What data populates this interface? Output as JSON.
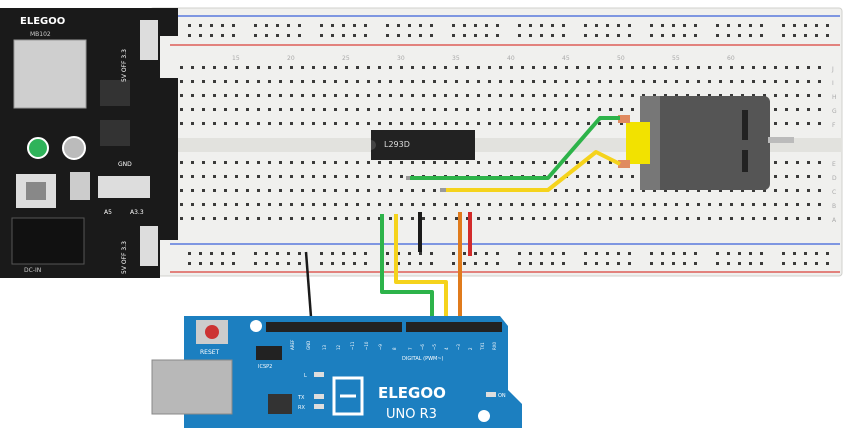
{
  "power_module": {
    "brand": "ELEGOO",
    "model": "MB102",
    "rail_top_label": "5V OFF 3.3",
    "rail_bottom_label": "5V OFF 3.3",
    "gnd_label": "GND",
    "pin_labels": [
      "A5",
      "A3.3"
    ],
    "board_id": "DC-IN",
    "body_color": "#1a1a1a",
    "led_color": "#2fb35a"
  },
  "breadboard": {
    "row_letters_top": [
      "J",
      "I",
      "H",
      "G",
      "F"
    ],
    "row_letters_bottom": [
      "E",
      "D",
      "C",
      "B",
      "A"
    ],
    "column_numbers": [
      "15",
      "20",
      "25",
      "30",
      "35",
      "40",
      "45",
      "50",
      "55",
      "60"
    ],
    "rail_red": "#d9403a",
    "rail_blue": "#3a5fd9"
  },
  "chip": {
    "label": "L293D",
    "color": "#222222"
  },
  "motor": {
    "body_color": "#555555",
    "cap_color": "#7a7a7a",
    "terminal_color": "#f2e200"
  },
  "arduino": {
    "brand": "ELEGOO",
    "model": "UNO R3",
    "reset_label": "RESET",
    "icsp_label": "ICSP2",
    "header_top_labels": [
      "AREF",
      "GND",
      "13",
      "12",
      "~11",
      "~10",
      "~9",
      "8"
    ],
    "header_digital_labels": [
      "7",
      "~6",
      "~5",
      "4",
      "~3",
      "2",
      "TX1",
      "RX0"
    ],
    "digital_label": "DIGITAL (PWM~)",
    "led_labels": [
      "L",
      "TX",
      "RX"
    ],
    "on_label": "ON",
    "board_color": "#1c7fc0"
  },
  "wires": {
    "green": "#2db34a",
    "yellow": "#f5d31c",
    "orange": "#e07b1c",
    "red": "#d22a2a",
    "black": "#1a1a1a",
    "gray": "#9a9a9a"
  }
}
